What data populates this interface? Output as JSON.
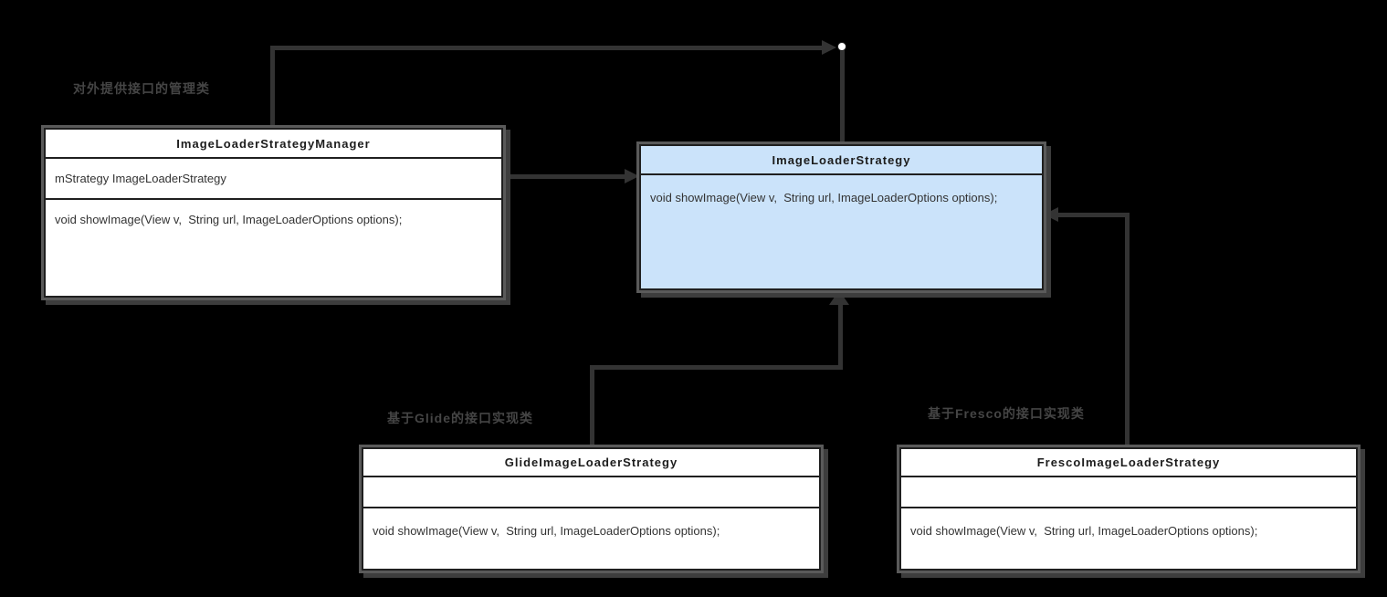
{
  "diagram": {
    "type": "uml-class-diagram",
    "colors": {
      "background": "#000000",
      "box_fill": "#ffffff",
      "highlight_fill": "#cbe3fa",
      "border": "#1f1f1f",
      "shadow": "#5a5a5a",
      "line": "#333333",
      "text": "#333333",
      "annotation_text": "#454545",
      "endpoint_dot": "#ffffff"
    },
    "classes": [
      {
        "name": "ImageLoaderStrategyManager",
        "fields": [
          "mStrategy ImageLoaderStrategy"
        ],
        "methods": [
          "void showImage(View v,  String url, ImageLoaderOptions options);"
        ]
      },
      {
        "name": "ImageLoaderStrategy",
        "fields": [],
        "methods": [
          "void showImage(View v,  String url, ImageLoaderOptions options);"
        ]
      },
      {
        "name": "GlideImageLoaderStrategy",
        "fields": [],
        "methods": [
          "void showImage(View v,  String url, ImageLoaderOptions options);"
        ]
      },
      {
        "name": "FrescoImageLoaderStrategy",
        "fields": [],
        "methods": [
          "void showImage(View v,  String url, ImageLoaderOptions options);"
        ]
      }
    ],
    "annotations": [
      {
        "text": "对外提供接口的管理类"
      },
      {
        "text": "基于Glide的接口实现类"
      },
      {
        "text": "基于Fresco的接口实现类"
      }
    ],
    "relationships": [
      {
        "from": "ImageLoaderStrategyManager",
        "to": "ImageLoaderStrategy",
        "kind": "association",
        "route": "top",
        "arrow": "solid"
      },
      {
        "from": "ImageLoaderStrategyManager",
        "to": "ImageLoaderStrategy",
        "kind": "association",
        "route": "direct",
        "arrow": "solid"
      },
      {
        "from": "GlideImageLoaderStrategy",
        "to": "ImageLoaderStrategy",
        "kind": "inheritance",
        "arrow": "triangle"
      },
      {
        "from": "FrescoImageLoaderStrategy",
        "to": "ImageLoaderStrategy",
        "kind": "inheritance",
        "arrow": "solid"
      }
    ]
  }
}
